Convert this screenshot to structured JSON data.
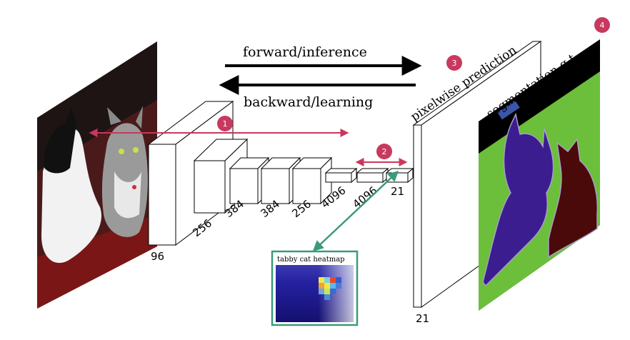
{
  "arrows": {
    "forward_label": "forward/inference",
    "backward_label": "backward/learning"
  },
  "output_labels": {
    "prediction": "pixelwise prediction",
    "ground_truth": "segmentation g.t."
  },
  "layers": {
    "input_depth": "96",
    "conv2": "256",
    "conv3": "384",
    "conv4": "384",
    "conv5": "256",
    "fc6": "4096",
    "fc7": "4096",
    "score": "21",
    "output_depth": "21"
  },
  "heatmap": {
    "title": "tabby cat heatmap"
  },
  "badges": [
    "1",
    "2",
    "3",
    "4"
  ],
  "colors": {
    "badge": "#c8385f",
    "arrow_magenta": "#c8385f",
    "arrow_teal": "#3a9a7a",
    "gt_green": "#6cbf3a",
    "gt_purple": "#3b1d8f",
    "gt_maroon": "#4a0a0a",
    "heatmap_bg": "#1f1a8c"
  }
}
